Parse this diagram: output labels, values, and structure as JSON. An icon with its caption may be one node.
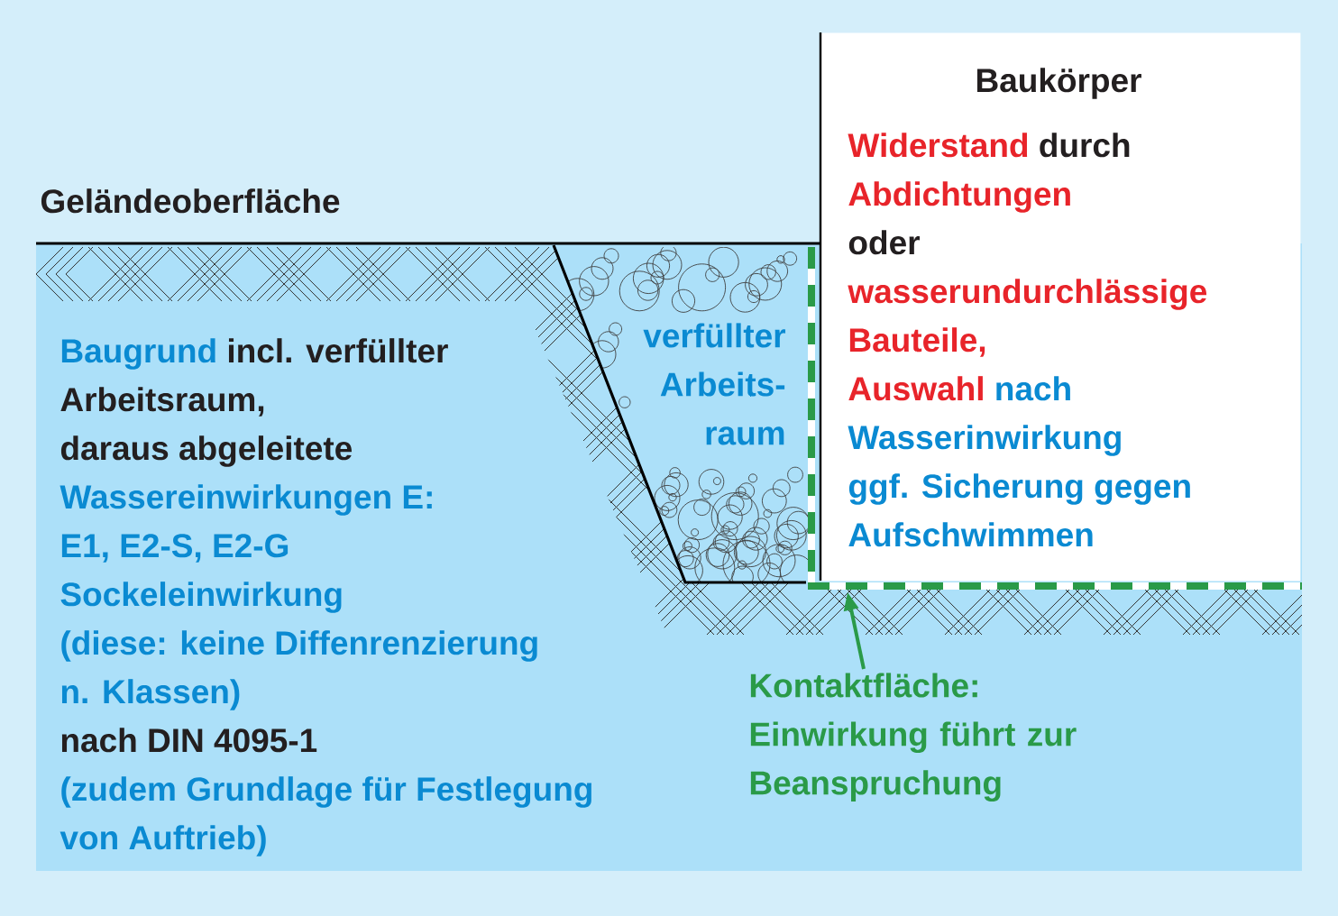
{
  "diagram": {
    "nodes": [
      {
        "text": [
          "Baukörper",
          "Widerstand",
          "durch",
          "Abdichtungen",
          "oder",
          "wasserundurchlässige",
          "Bauteile,",
          "Auswahl",
          "nach",
          "Wasserinwirkung",
          "ggf. Sicherung gegen",
          "Aufschwimmen"
        ]
      },
      {
        "text": [],
        "shape": "line"
      },
      {
        "text": [
          "Kontaktfläche: Einwirkung führt zur Beanspruchung"
        ]
      }
    ],
    "edges": [
      {
        "from": 2,
        "to": 1,
        "arrow": "to",
        "color": "#2a9a48"
      }
    ],
    "labels": [
      "Geländeoberfläche",
      "Baugrund",
      "incl. verfüllter",
      "Arbeitsraum,",
      "daraus abgeleitete",
      "Wassereinwirkungen E:",
      "E1, E2-S, E2-G",
      "Sockeleinwirkung",
      "(diese: keine Diffenrenzierung",
      "n. Klassen)",
      "nach DIN 4095-1",
      "(zudem Grundlage für Festlegung",
      "von Auftrieb)",
      "verfüllter Arbeits-raum"
    ]
  }
}
